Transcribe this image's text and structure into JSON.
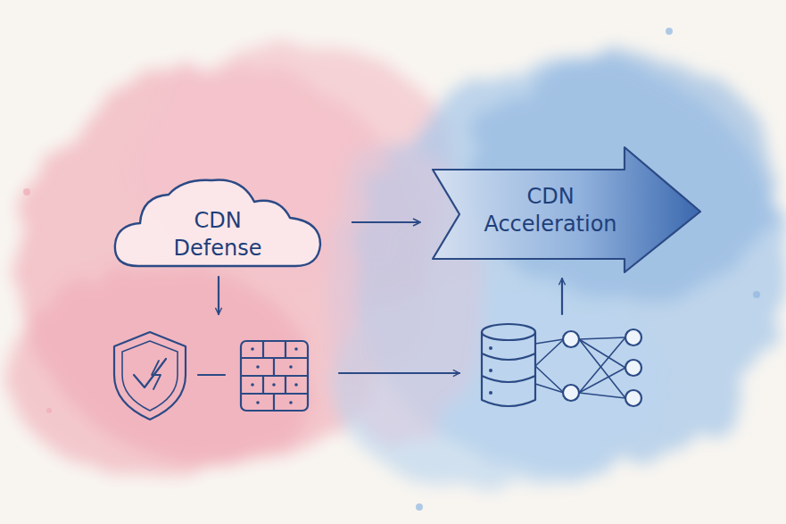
{
  "diagram": {
    "nodes": [
      {
        "text": [
          "CDN Defense"
        ]
      },
      {
        "text": [
          "CDN Acceleration"
        ]
      }
    ],
    "edges": [
      {
        "from": 0,
        "to": 1,
        "arrow": "to"
      }
    ]
  }
}
